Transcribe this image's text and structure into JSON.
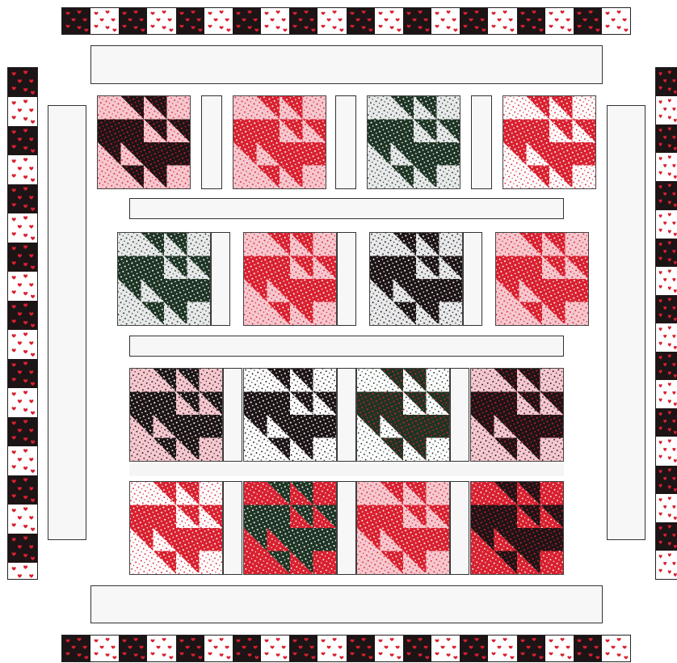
{
  "palette": {
    "black": "#1d1416",
    "red": "#d8202f",
    "pink": "#f6c8cf",
    "white": "#ffffff",
    "gray": "#e8e9ea",
    "green": "#1e3424"
  },
  "border_pattern": [
    "black-with-red-hearts",
    "white-with-red-hearts"
  ],
  "quilt_blocks": [
    {
      "dark": "black",
      "light": "pink",
      "dark_dot": "red",
      "light_dot": "red"
    },
    {
      "dark": "red",
      "light": "pink",
      "dark_dot": "white",
      "light_dot": "red"
    },
    {
      "dark": "green",
      "light": "gray",
      "dark_dot": "white",
      "light_dot": "green"
    },
    {
      "dark": "red",
      "light": "white",
      "dark_dot": "white",
      "light_dot": "red"
    },
    {
      "dark": "green",
      "light": "gray",
      "dark_dot": "white",
      "light_dot": "green"
    },
    {
      "dark": "red",
      "light": "pink",
      "dark_dot": "white",
      "light_dot": "red"
    },
    {
      "dark": "black",
      "light": "gray",
      "dark_dot": "white",
      "light_dot": "black"
    },
    {
      "dark": "red",
      "light": "pink",
      "dark_dot": "white",
      "light_dot": "red"
    },
    {
      "dark": "black",
      "light": "pink",
      "dark_dot": "white",
      "light_dot": "black"
    },
    {
      "dark": "black",
      "light": "white",
      "dark_dot": "white",
      "light_dot": "black"
    },
    {
      "dark": "green",
      "light": "white",
      "dark_dot": "red",
      "light_dot": "green"
    },
    {
      "dark": "black",
      "light": "pink",
      "dark_dot": "red",
      "light_dot": "black"
    },
    {
      "dark": "red",
      "light": "white",
      "dark_dot": "white",
      "light_dot": "red"
    },
    {
      "dark": "green",
      "light": "red",
      "dark_dot": "white",
      "light_dot": "white"
    },
    {
      "dark": "red",
      "light": "pink",
      "dark_dot": "white",
      "light_dot": "red"
    },
    {
      "dark": "black",
      "light": "red",
      "dark_dot": "red",
      "light_dot": "white"
    }
  ]
}
